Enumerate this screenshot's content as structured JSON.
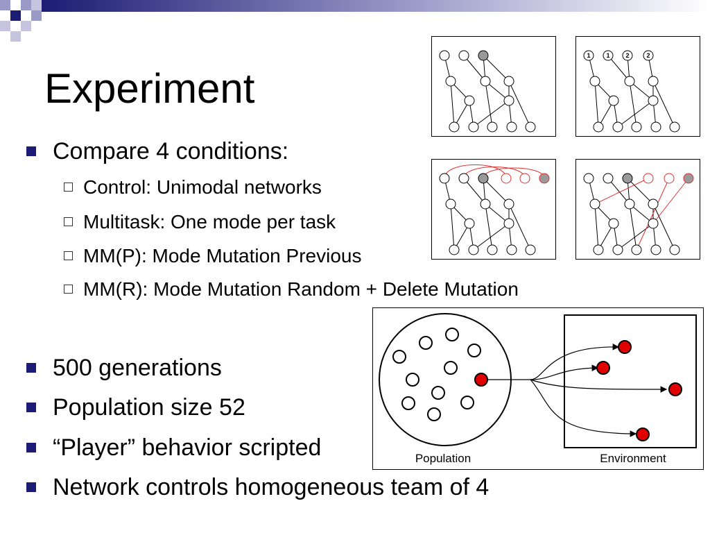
{
  "slide": {
    "title": "Experiment",
    "bullets": [
      {
        "text": "Compare 4 conditions:",
        "sub": [
          "Control: Unimodal networks",
          "Multitask: One mode per task",
          "MM(P): Mode Mutation Previous",
          "MM(R): Mode Mutation Random + Delete Mutation"
        ]
      },
      {
        "text": "500 generations"
      },
      {
        "text": "Population size 52"
      },
      {
        "text": "“Player” behavior scripted"
      },
      {
        "text": "Network controls homogeneous team of 4"
      }
    ]
  },
  "figures": {
    "network_panel_2_labels": [
      "1",
      "1",
      "2",
      "2"
    ],
    "population_figure": {
      "population_label": "Population",
      "environment_label": "Environment"
    }
  },
  "colors": {
    "bullet_square": "#1c1c74",
    "highlight_node": "#e00000",
    "gray_node": "#999999",
    "mode_link": "#e03030"
  }
}
